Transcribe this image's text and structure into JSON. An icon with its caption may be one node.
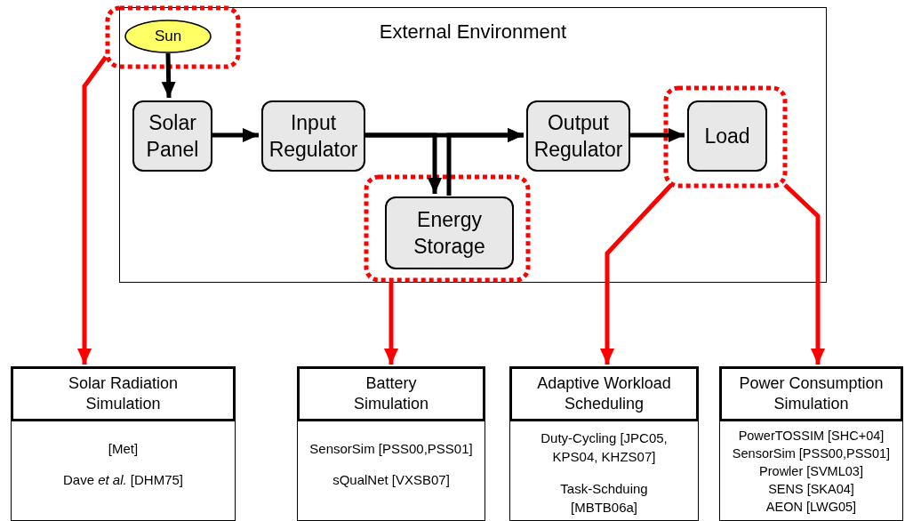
{
  "diagram": {
    "nodes": [
      {
        "text": [
          "External Environment"
        ]
      },
      {
        "text": [],
        "shape": "box"
      },
      {
        "text": [
          "Sun"
        ],
        "in": 1
      },
      {
        "text": [
          "Solar Panel"
        ],
        "in": 0
      },
      {
        "text": [
          "Input Regulator"
        ],
        "in": 0
      },
      {
        "text": [
          "Output Regulator"
        ],
        "in": 0
      },
      {
        "text": [],
        "shape": "box",
        "in": 0
      },
      {
        "text": [
          "Load"
        ],
        "in": 6
      },
      {
        "text": [],
        "shape": "box",
        "in": 0
      },
      {
        "text": [
          "Energy Storage"
        ],
        "in": 8
      },
      {
        "text": [
          "Solar Radiation Simulation",
          "[Met]",
          "Dave *et al.* [DHM75]"
        ]
      },
      {
        "text": [
          "Battery Simulation",
          "SensorSim [PSS00,PSS01]",
          "sQualNet [VXSB07]"
        ]
      },
      {
        "text": [
          "Adaptive Workload Scheduling",
          "Duty-Cycling [JPC05, KPS04, KHZS07]",
          "Task-Schduing [MBTB06a]"
        ]
      },
      {
        "text": [
          "Power Consumption Simulation",
          "PowerTOSSIM [SHC+04]",
          "SensorSim [PSS00,PSS01]",
          "Prowler [SVML03]",
          "SENS [SKA04]",
          "AEON [LWG05]"
        ]
      }
    ],
    "edges": [
      {
        "from": 2,
        "to": 3,
        "arrow": "to"
      },
      {
        "from": 3,
        "to": 4,
        "arrow": "to"
      },
      {
        "from": 4,
        "to": 5,
        "arrow": "to"
      },
      {
        "from": 5,
        "to": 7,
        "arrow": "to"
      },
      {
        "from": 4,
        "to": 9,
        "arrow": "to"
      },
      {
        "from": 9,
        "to": 5,
        "arrow": "to"
      },
      {
        "from": 1,
        "to": 10,
        "arrow": "to",
        "color": "#ff0000"
      },
      {
        "from": 8,
        "to": 11,
        "arrow": "to",
        "color": "#ff0000"
      },
      {
        "from": 6,
        "to": 12,
        "arrow": "to",
        "color": "#ff0000"
      },
      {
        "from": 6,
        "to": 13,
        "arrow": "to",
        "color": "#ff0000"
      }
    ]
  }
}
